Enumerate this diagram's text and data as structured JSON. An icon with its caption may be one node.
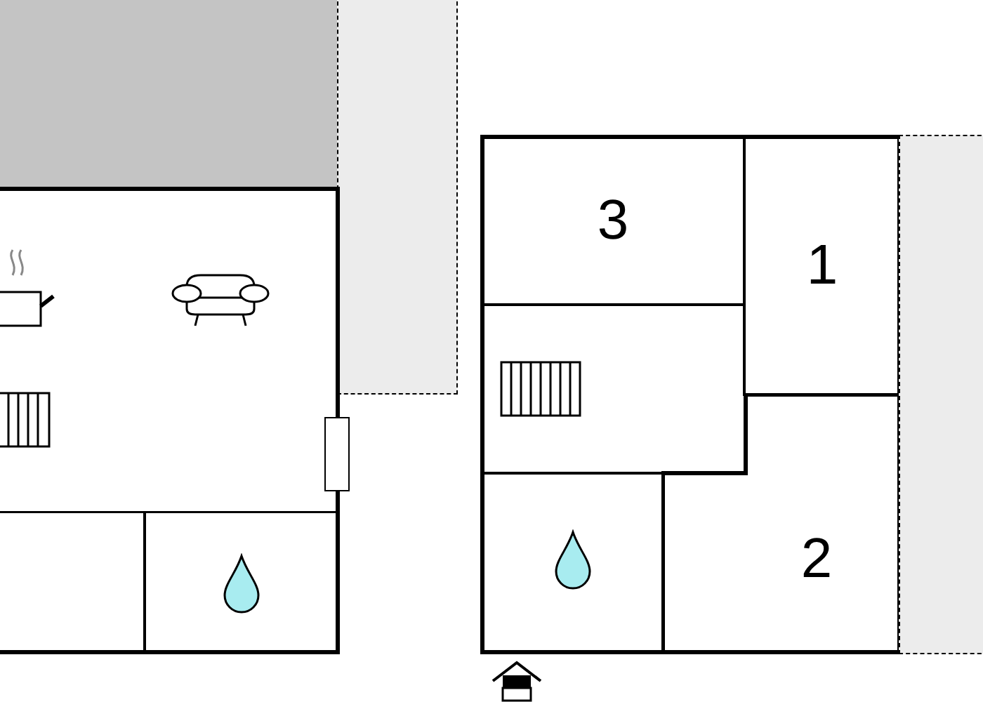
{
  "diagram": {
    "nodes": [
      {
        "text": [],
        "shape": "box"
      },
      {
        "text": [],
        "shape": "box"
      },
      {
        "text": [],
        "shape": "box"
      },
      {
        "text": [],
        "shape": "box",
        "in": 2
      },
      {
        "text": [],
        "shape": "box",
        "in": 2
      },
      {
        "text": [],
        "shape": "box"
      },
      {
        "text": [
          "3"
        ],
        "in": 5
      },
      {
        "text": [
          "1"
        ],
        "in": 5
      },
      {
        "text": [],
        "shape": "box",
        "in": 5
      },
      {
        "text": [],
        "shape": "box",
        "in": 5
      },
      {
        "text": [
          "2"
        ],
        "in": 5
      },
      {
        "text": [],
        "shape": "box"
      }
    ]
  }
}
